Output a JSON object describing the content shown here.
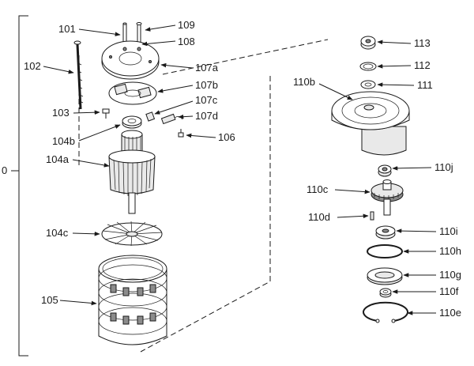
{
  "diagram": {
    "assembly_label": "0",
    "callouts": [
      {
        "id": "101",
        "label": "101"
      },
      {
        "id": "109",
        "label": "109"
      },
      {
        "id": "108",
        "label": "108"
      },
      {
        "id": "102",
        "label": "102"
      },
      {
        "id": "107a",
        "label": "107a"
      },
      {
        "id": "107b",
        "label": "107b"
      },
      {
        "id": "103",
        "label": "103"
      },
      {
        "id": "107c",
        "label": "107c"
      },
      {
        "id": "107d",
        "label": "107d"
      },
      {
        "id": "104b",
        "label": "104b"
      },
      {
        "id": "106",
        "label": "106"
      },
      {
        "id": "104a",
        "label": "104a"
      },
      {
        "id": "104c",
        "label": "104c"
      },
      {
        "id": "105",
        "label": "105"
      },
      {
        "id": "113",
        "label": "113"
      },
      {
        "id": "112",
        "label": "112"
      },
      {
        "id": "110b",
        "label": "110b"
      },
      {
        "id": "111",
        "label": "111"
      },
      {
        "id": "110j",
        "label": "110j"
      },
      {
        "id": "110c",
        "label": "110c"
      },
      {
        "id": "110d",
        "label": "110d"
      },
      {
        "id": "110i",
        "label": "110i"
      },
      {
        "id": "110h",
        "label": "110h"
      },
      {
        "id": "110g",
        "label": "110g"
      },
      {
        "id": "110f",
        "label": "110f"
      },
      {
        "id": "110e",
        "label": "110e"
      }
    ]
  }
}
